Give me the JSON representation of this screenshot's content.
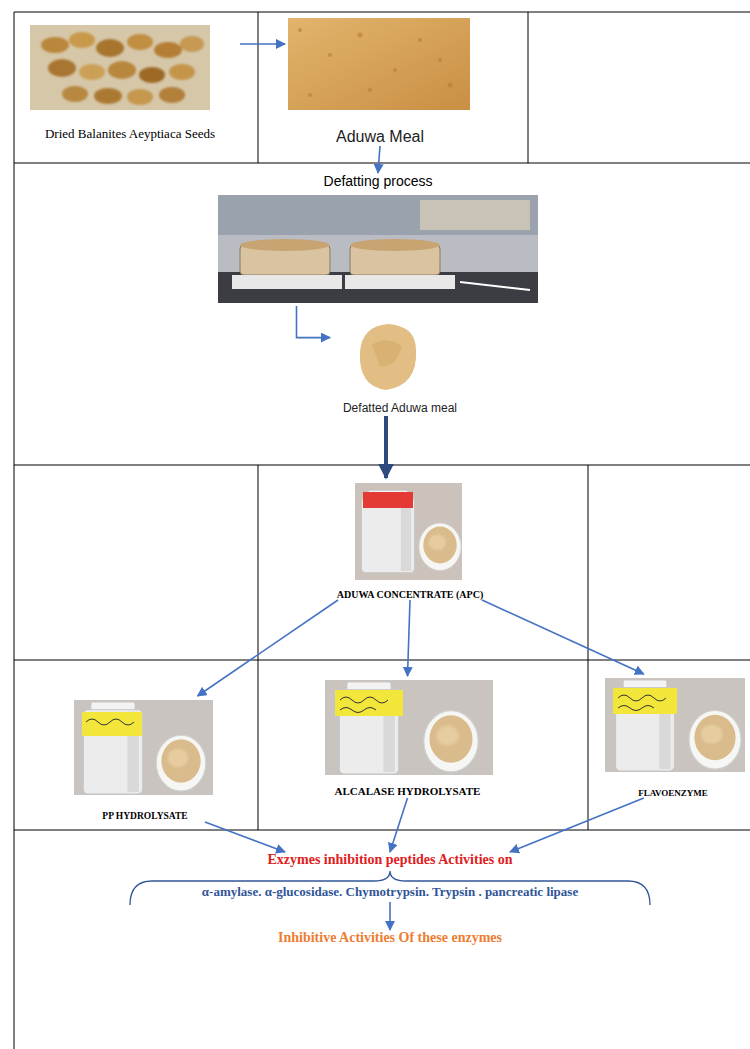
{
  "diagram": {
    "nodes": [
      {
        "text": [
          "Dried Balanites Aeyptiaca Seeds"
        ]
      },
      {
        "text": [
          "Aduwa Meal"
        ]
      },
      {
        "text": [
          "Defatting process"
        ]
      },
      {
        "text": [
          "Defatted Aduwa meal"
        ]
      },
      {
        "text": [
          "ADUWA CONCENTRATE (APC)"
        ]
      },
      {
        "text": [
          "PP HYDROLYSATE"
        ]
      },
      {
        "text": [
          "ALCALASE HYDROLYSATE"
        ]
      },
      {
        "text": [
          "FLAVOENZYME"
        ]
      },
      {
        "text": [
          "Exzymes inhibition peptides Activities on"
        ]
      },
      {
        "text": [
          "α-amylase. α-glucosidase. Chymotrypsin. Trypsin . pancreatic lipase"
        ]
      },
      {
        "text": [
          "Inhibitive Activities Of these enzymes"
        ]
      }
    ],
    "edges": [
      {
        "from": 0,
        "to": 1,
        "arrow": "to"
      },
      {
        "from": 1,
        "to": 2,
        "arrow": "to"
      },
      {
        "from": 2,
        "to": 3,
        "arrow": "to"
      },
      {
        "from": 3,
        "to": 4,
        "arrow": "to"
      },
      {
        "from": 4,
        "to": 5,
        "arrow": "to"
      },
      {
        "from": 4,
        "to": 6,
        "arrow": "to"
      },
      {
        "from": 4,
        "to": 7,
        "arrow": "to"
      },
      {
        "from": 5,
        "to": 8,
        "arrow": "to"
      },
      {
        "from": 6,
        "to": 8,
        "arrow": "to"
      },
      {
        "from": 7,
        "to": 8,
        "arrow": "to"
      },
      {
        "from": 9,
        "to": 10,
        "arrow": "to"
      }
    ]
  }
}
